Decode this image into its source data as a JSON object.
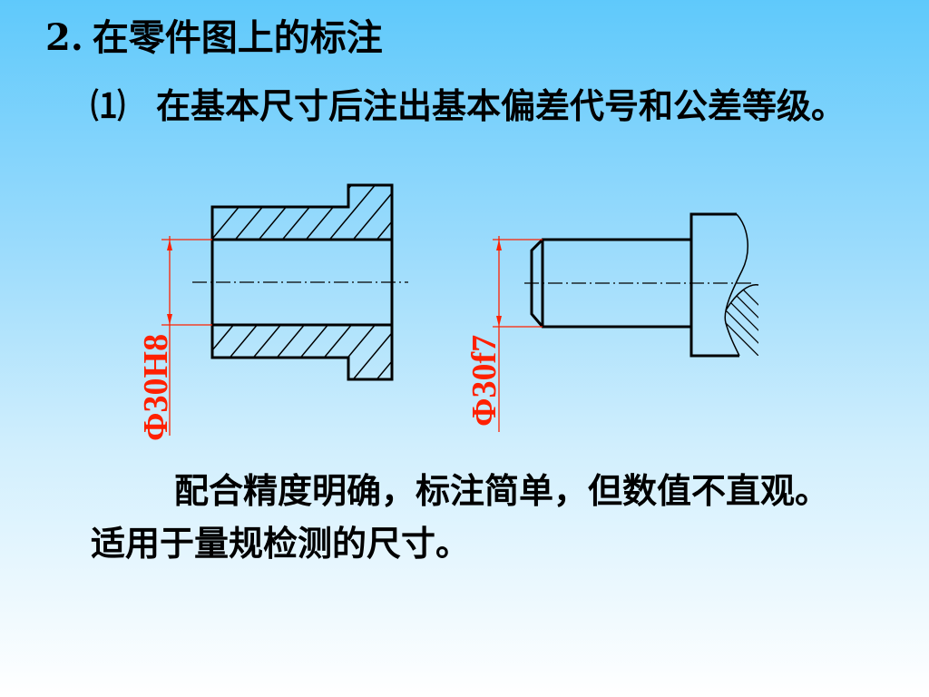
{
  "heading": {
    "number": "2.",
    "text": "在零件图上的标注"
  },
  "subpoint": {
    "marker": "⑴",
    "text": "在基本尺寸后注出基本偏差代号和公差等级。"
  },
  "drawings": {
    "hole_dimension": "Φ30H8",
    "shaft_dimension": "Φ30f7",
    "dimension_color": "#ff2000",
    "line_color": "#000000"
  },
  "conclusion": {
    "text": "配合精度明确，标注简单，但数值不直观。适用于量规检测的尺寸。"
  }
}
